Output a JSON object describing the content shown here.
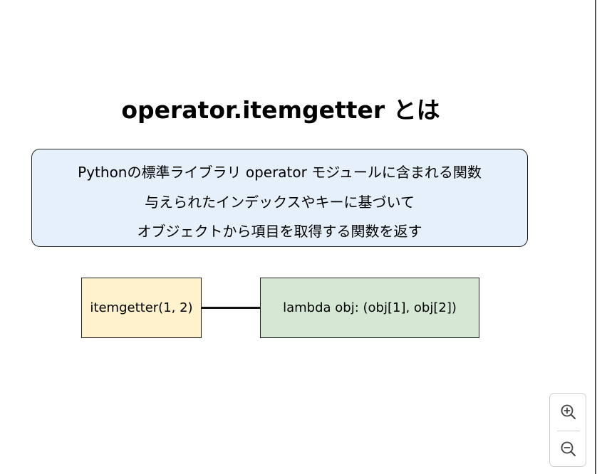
{
  "diagram": {
    "title": "operator.itemgetter とは",
    "description_lines": [
      "Pythonの標準ライブラリ operator モジュールに含まれる関数",
      "与えられたインデックスやキーに基づいて",
      "オブジェクトから項目を取得する関数を返す"
    ],
    "nodes": [
      {
        "label": "itemgetter(1, 2)",
        "fill": "#fff2cc"
      },
      {
        "label": "lambda obj: (obj[1], obj[2])",
        "fill": "#d5e8d4"
      }
    ],
    "description_fill": "#e6f0fb"
  },
  "controls": {
    "zoom_in_icon": "zoom-in-icon",
    "zoom_out_icon": "zoom-out-icon"
  }
}
